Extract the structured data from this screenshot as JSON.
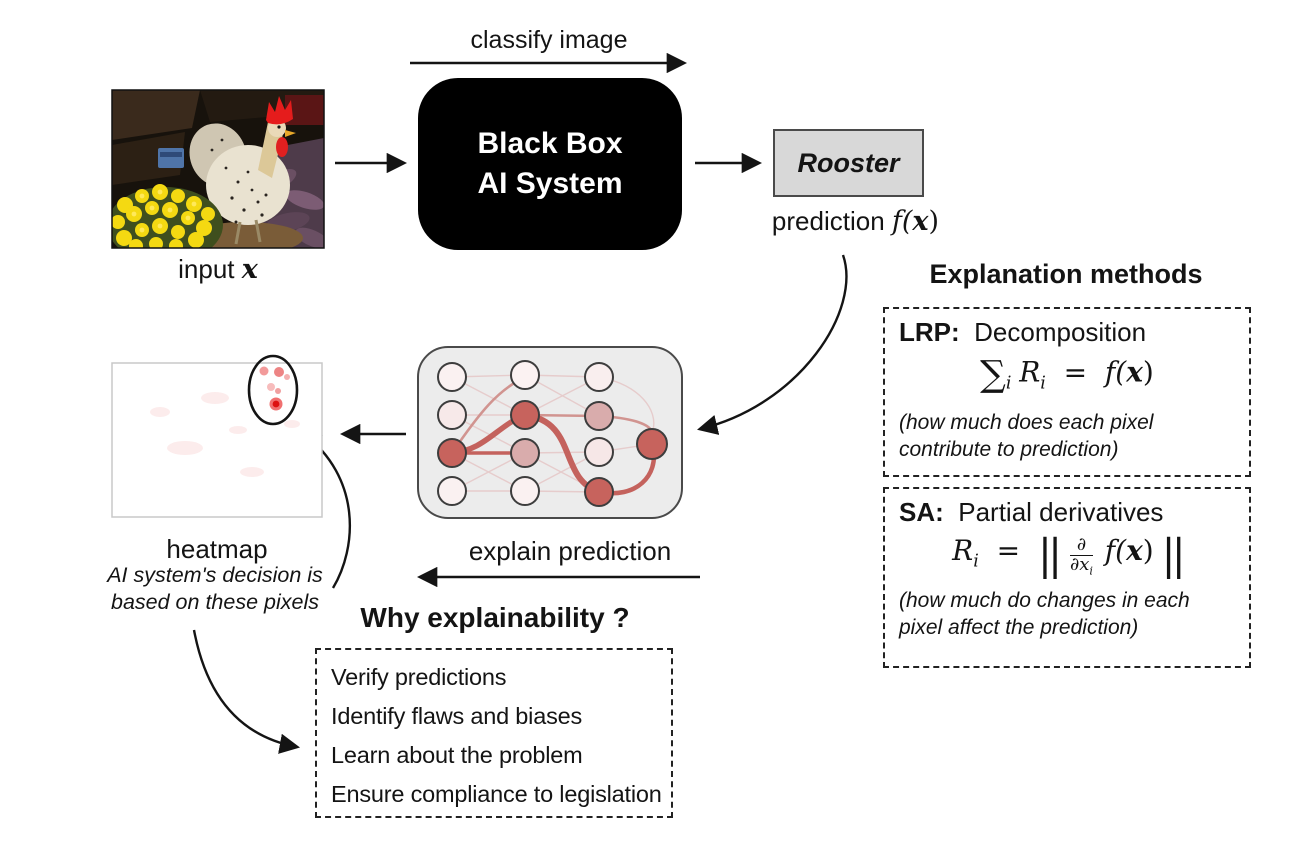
{
  "colors": {
    "background": "#ffffff",
    "ink": "#141414",
    "black_box_fill": "#000000",
    "black_box_text": "#ffffff",
    "prediction_box_fill": "#d8d8d8",
    "network_panel_fill": "#ececec",
    "node_strong": "#c7635d",
    "node_medium": "#d9acac",
    "node_faint": "#f9efef",
    "edge_strong": "#c4625d",
    "edge_faint": "#e6cccc",
    "heatmap_red": "#dd1111"
  },
  "flow": {
    "classify_arrow_label": "classify image",
    "input_caption": {
      "text": "input",
      "var": "x"
    },
    "black_box": {
      "line1": "Black Box",
      "line2": "AI System"
    },
    "prediction_box_label": "Rooster",
    "prediction_caption": {
      "text": "prediction",
      "f": "f(",
      "var": "x",
      "close": ")"
    },
    "explain_arrow_label": "explain prediction",
    "heatmap_caption": "heatmap",
    "heatmap_note": {
      "line1": "AI system's decision is",
      "line2": "based on these pixels"
    }
  },
  "explanation_methods": {
    "heading": "Explanation methods",
    "lrp": {
      "name": "LRP:",
      "method": "Decomposition",
      "formula": {
        "sum": "∑",
        "sum_sub": "i",
        "r": "R",
        "r_sub": "i",
        "eq": "=",
        "f": "f(",
        "x": "x",
        "close": ")"
      },
      "note1": "(how much does each pixel",
      "note2": "contribute to prediction)"
    },
    "sa": {
      "name": "SA:",
      "method": "Partial derivatives",
      "formula": {
        "r": "R",
        "r_sub": "i",
        "eq": "=",
        "bars": "||",
        "num": "∂",
        "den": "∂x",
        "den_sub": "i",
        "f": "f(",
        "x": "x",
        "close": ")"
      },
      "note1": "(how much do changes in each",
      "note2": "pixel affect the prediction)"
    }
  },
  "why": {
    "heading": "Why explainability ?",
    "items": [
      "Verify predictions",
      "Identify flaws and biases",
      "Learn about the problem",
      "Ensure compliance to legislation"
    ]
  }
}
